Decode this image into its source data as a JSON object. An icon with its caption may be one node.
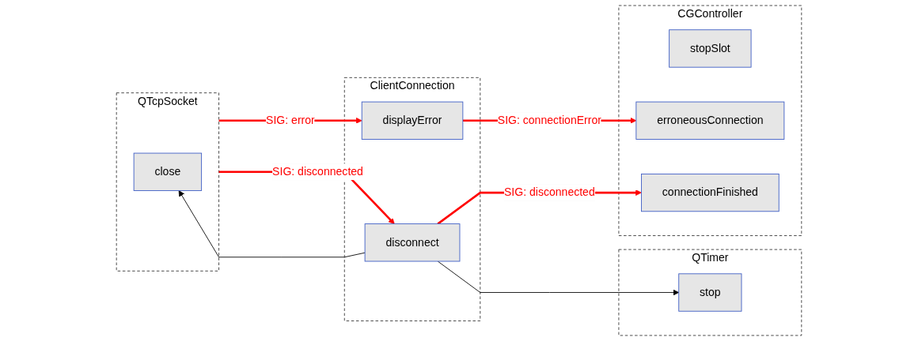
{
  "diagram": {
    "nodes": [
      {
        "text": [
          "QTcpSocket"
        ]
      },
      {
        "text": [
          "close"
        ],
        "in": 0
      },
      {
        "text": [
          "ClientConnection"
        ]
      },
      {
        "text": [
          "displayError"
        ],
        "in": 2
      },
      {
        "text": [
          "disconnect"
        ],
        "in": 2
      },
      {
        "text": [
          "CGController"
        ]
      },
      {
        "text": [
          "stopSlot"
        ],
        "in": 5
      },
      {
        "text": [
          "erroneousConnection"
        ],
        "in": 5
      },
      {
        "text": [
          "connectionFinished"
        ],
        "in": 5
      },
      {
        "text": [
          "QTimer"
        ]
      },
      {
        "text": [
          "stop"
        ],
        "in": 9
      }
    ],
    "edges": [
      {
        "from": 0,
        "to": 3,
        "arrow": "to",
        "label": "SIG: error"
      },
      {
        "from": 0,
        "to": 4,
        "arrow": "to",
        "label": "SIG: disconnected"
      },
      {
        "from": 3,
        "to": 7,
        "arrow": "to",
        "label": "SIG: connectionError"
      },
      {
        "from": 4,
        "to": 8,
        "arrow": "to",
        "label": "SIG: disconnected"
      },
      {
        "from": 4,
        "to": 1,
        "arrow": "to",
        "color": "#000000"
      },
      {
        "from": 4,
        "to": 10,
        "arrow": "to",
        "color": "#000000"
      }
    ]
  }
}
